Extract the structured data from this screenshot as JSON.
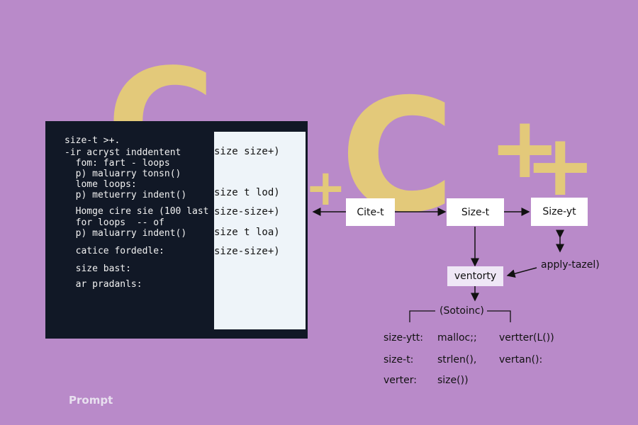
{
  "background_glyphs": {
    "c_left": "C",
    "c_right": "C",
    "plus": "+"
  },
  "code_panel": {
    "left_lines": [
      "size-t >+.",
      "-ir acryst inddentent",
      "  fom: fart - loops",
      "  p) maluarry tonsn()",
      "  lome loops:",
      "  p) metuerry indent()",
      "  Homge cire sie (100 last",
      "  for loops  -- of",
      "  p) maluarry indent()",
      "  catice fordedle:",
      "  size bast:",
      "  ar pradanls:"
    ],
    "right_lines": [
      "size size+)",
      "size t lod)",
      "size-size+)",
      "size t loa)",
      "size-size+)"
    ]
  },
  "diagram": {
    "nodes": {
      "cite_t": "Cite-t",
      "size_t": "Size-t",
      "size_yt": "Size-yt",
      "ventorty": "ventorty"
    },
    "apply_label": "apply-tazel)",
    "bracket_label": "(Sotoinc)",
    "table": [
      [
        "size-ytt:",
        "malloc;;",
        "vertter(L())"
      ],
      [
        "size-t:",
        "strlen(),",
        "vertan():"
      ],
      [
        "verter:",
        "size())",
        ""
      ]
    ]
  },
  "footer": {
    "prompt": "Prompt"
  },
  "colors": {
    "background": "#b98ac9",
    "glyph": "#e3c97a",
    "code_bg": "#111826",
    "code_right_bg": "#eef4f9"
  }
}
